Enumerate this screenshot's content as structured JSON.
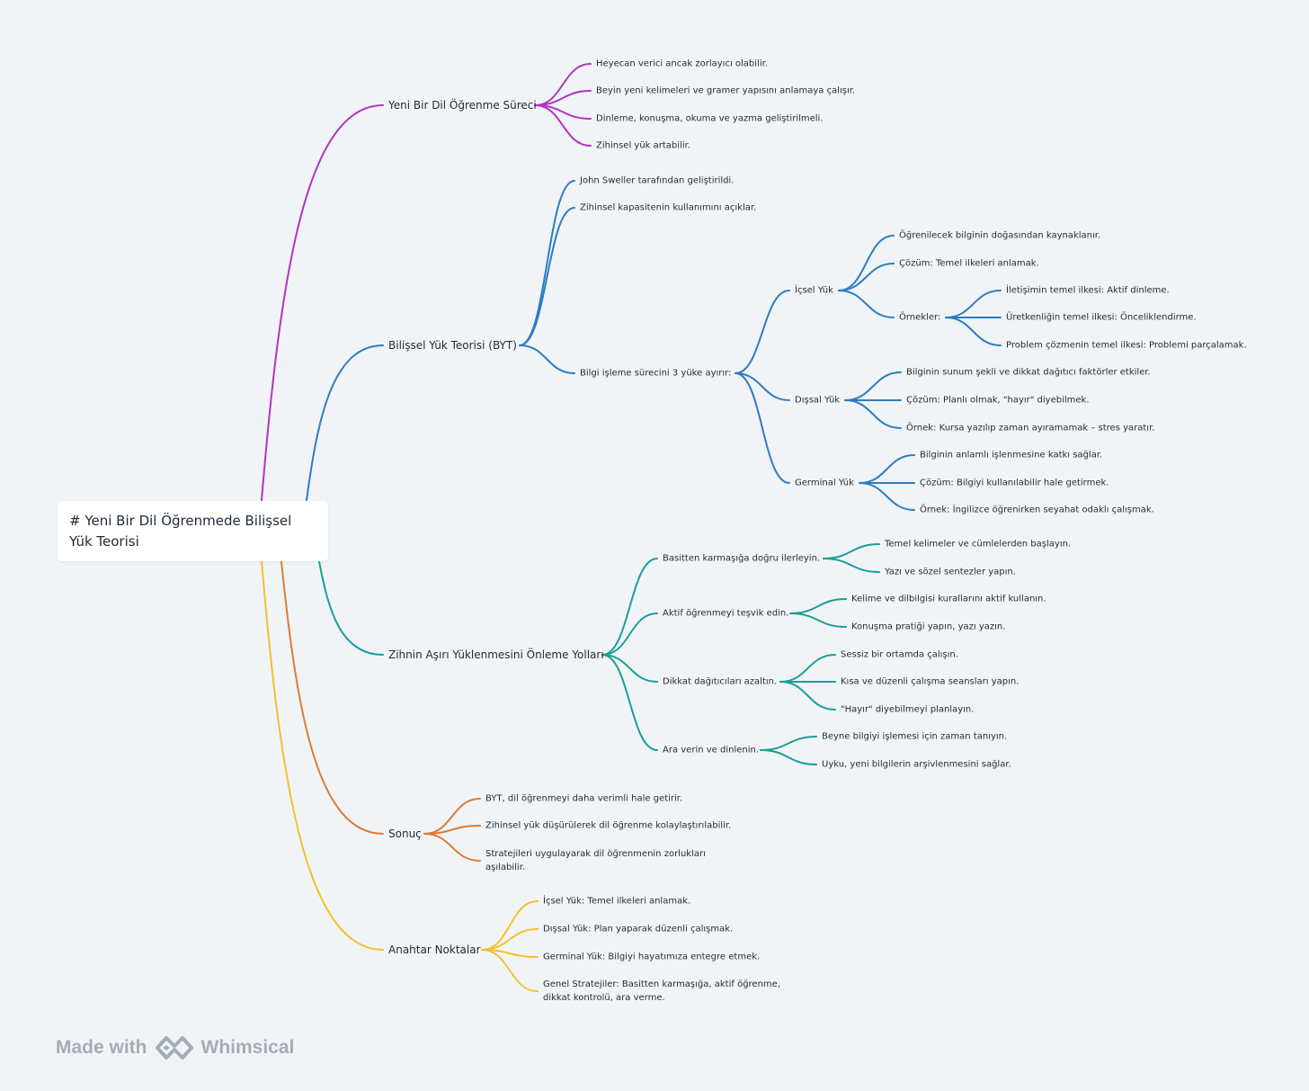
{
  "colors": {
    "background": "#f1f4f7",
    "branch_purple": "#b333c2",
    "branch_blue": "#2f7bc2",
    "branch_teal": "#1b9e94",
    "branch_orange": "#df7a35",
    "branch_yellow": "#f1c12e",
    "text": "#1f2a36",
    "footer": "#a5acb4"
  },
  "root": {
    "title": "# Yeni Bir Dil Öğrenmede Bilişsel Yük Teorisi"
  },
  "branches": [
    {
      "label": "Yeni Bir Dil Öğrenme Süreci",
      "color": "#b333c2",
      "children": [
        {
          "label": "Heyecan verici ancak zorlayıcı olabilir."
        },
        {
          "label": "Beyin yeni kelimeleri ve gramer yapısını anlamaya çalışır."
        },
        {
          "label": "Dinleme, konuşma, okuma ve yazma geliştirilmeli."
        },
        {
          "label": "Zihinsel yük artabilir."
        }
      ]
    },
    {
      "label": "Bilişsel Yük Teorisi (BYT)",
      "color": "#2f7bc2",
      "children": [
        {
          "label": "John Sweller tarafından geliştirildi."
        },
        {
          "label": "Zihinsel kapasitenin kullanımını açıklar."
        },
        {
          "label": "Bilgi işleme sürecini 3 yüke ayırır:",
          "children": [
            {
              "label": "İçsel Yük",
              "children": [
                {
                  "label": "Öğrenilecek bilginin doğasından kaynaklanır."
                },
                {
                  "label": "Çözüm: Temel ilkeleri anlamak."
                },
                {
                  "label": "Örnekler:",
                  "children": [
                    {
                      "label": "İletişimin temel ilkesi: Aktif dinleme."
                    },
                    {
                      "label": "Üretkenliğin temel ilkesi: Önceliklendirme."
                    },
                    {
                      "label": "Problem çözmenin temel ilkesi: Problemi parçalamak."
                    }
                  ]
                }
              ]
            },
            {
              "label": "Dışsal Yük",
              "children": [
                {
                  "label": "Bilginin sunum şekli ve dikkat dağıtıcı faktörler etkiler."
                },
                {
                  "label": "Çözüm: Planlı olmak, \"hayır\" diyebilmek."
                },
                {
                  "label": "Örnek: Kursa yazılıp zaman ayıramamak – stres yaratır."
                }
              ]
            },
            {
              "label": "Germinal Yük",
              "children": [
                {
                  "label": "Bilginin anlamlı işlenmesine katkı sağlar."
                },
                {
                  "label": "Çözüm: Bilgiyi kullanılabilir hale getirmek."
                },
                {
                  "label": "Örnek: İngilizce öğrenirken seyahat odaklı çalışmak."
                }
              ]
            }
          ]
        }
      ]
    },
    {
      "label": "Zihnin Aşırı Yüklenmesini Önleme Yolları",
      "color": "#1b9e94",
      "children": [
        {
          "label": "Basitten karmaşığa doğru ilerleyin.",
          "children": [
            {
              "label": "Temel kelimeler ve cümlelerden başlayın."
            },
            {
              "label": "Yazı ve sözel sentezler yapın."
            }
          ]
        },
        {
          "label": "Aktif öğrenmeyi teşvik edin.",
          "children": [
            {
              "label": "Kelime ve dilbilgisi kurallarını aktif kullanın."
            },
            {
              "label": "Konuşma pratiği yapın, yazı yazın."
            }
          ]
        },
        {
          "label": "Dikkat dağıtıcıları azaltın.",
          "children": [
            {
              "label": "Sessiz bir ortamda çalışın."
            },
            {
              "label": "Kısa ve düzenli çalışma seansları yapın."
            },
            {
              "label": "\"Hayır\" diyebilmeyi planlayın."
            }
          ]
        },
        {
          "label": "Ara verin ve dinlenin.",
          "children": [
            {
              "label": "Beyne bilgiyi işlemesi için zaman tanıyın."
            },
            {
              "label": "Uyku, yeni bilgilerin arşivlenmesini sağlar."
            }
          ]
        }
      ]
    },
    {
      "label": "Sonuç",
      "color": "#df7a35",
      "children": [
        {
          "label": "BYT, dil öğrenmeyi daha verimli hale getirir."
        },
        {
          "label": "Zihinsel yük düşürülerek dil öğrenme kolaylaştırılabilir."
        },
        {
          "label": "Stratejileri uygulayarak dil öğrenmenin zorlukları aşılabilir."
        }
      ]
    },
    {
      "label": "Anahtar Noktalar",
      "color": "#f1c12e",
      "children": [
        {
          "label": "İçsel Yük: Temel ilkeleri anlamak."
        },
        {
          "label": "Dışsal Yük: Plan yaparak düzenli çalışmak."
        },
        {
          "label": "Germinal Yük: Bilgiyi hayatımıza entegre etmek."
        },
        {
          "label": "Genel Stratejiler: Basitten karmaşığa, aktif öğrenme, dikkat kontrolü, ara verme."
        }
      ]
    }
  ],
  "footer": {
    "made_with": "Made with",
    "brand": "Whimsical",
    "logo_icon": "whimsical-logo-icon"
  }
}
